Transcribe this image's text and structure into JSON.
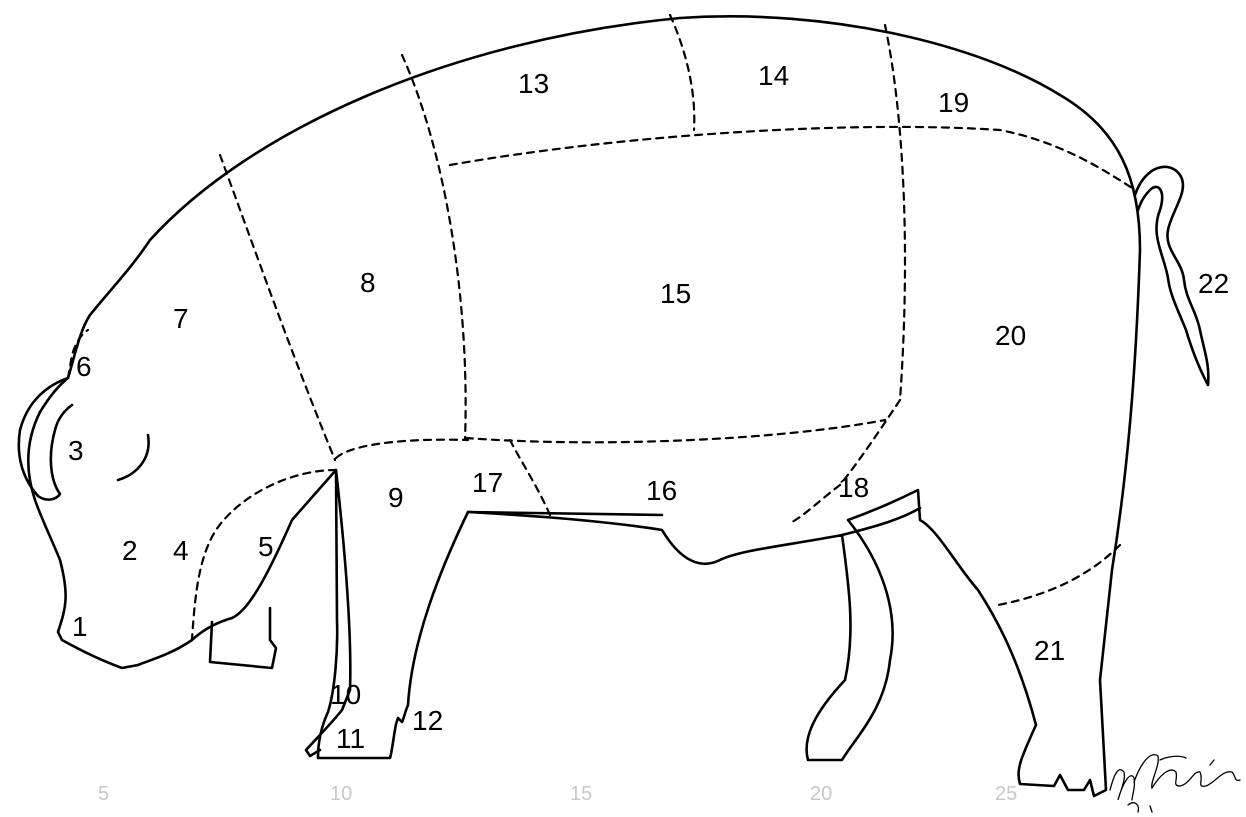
{
  "diagram": {
    "labels": [
      {
        "id": "1",
        "text": "1"
      },
      {
        "id": "2",
        "text": "2"
      },
      {
        "id": "3",
        "text": "3"
      },
      {
        "id": "4",
        "text": "4"
      },
      {
        "id": "5",
        "text": "5"
      },
      {
        "id": "6",
        "text": "6"
      },
      {
        "id": "7",
        "text": "7"
      },
      {
        "id": "8",
        "text": "8"
      },
      {
        "id": "9",
        "text": "9"
      },
      {
        "id": "10",
        "text": "10"
      },
      {
        "id": "11",
        "text": "11"
      },
      {
        "id": "12",
        "text": "12"
      },
      {
        "id": "13",
        "text": "13"
      },
      {
        "id": "14",
        "text": "14"
      },
      {
        "id": "15",
        "text": "15"
      },
      {
        "id": "16",
        "text": "16"
      },
      {
        "id": "17",
        "text": "17"
      },
      {
        "id": "18",
        "text": "18"
      },
      {
        "id": "19",
        "text": "19"
      },
      {
        "id": "20",
        "text": "20"
      },
      {
        "id": "21",
        "text": "21"
      },
      {
        "id": "22",
        "text": "22"
      }
    ],
    "signature": "M. Maestrini",
    "show_through_marks": [
      "10",
      "15",
      "20",
      "25",
      "5"
    ]
  },
  "colors": {
    "line": "#000000",
    "background": "#ffffff",
    "show_through": "#c8c8c8"
  }
}
